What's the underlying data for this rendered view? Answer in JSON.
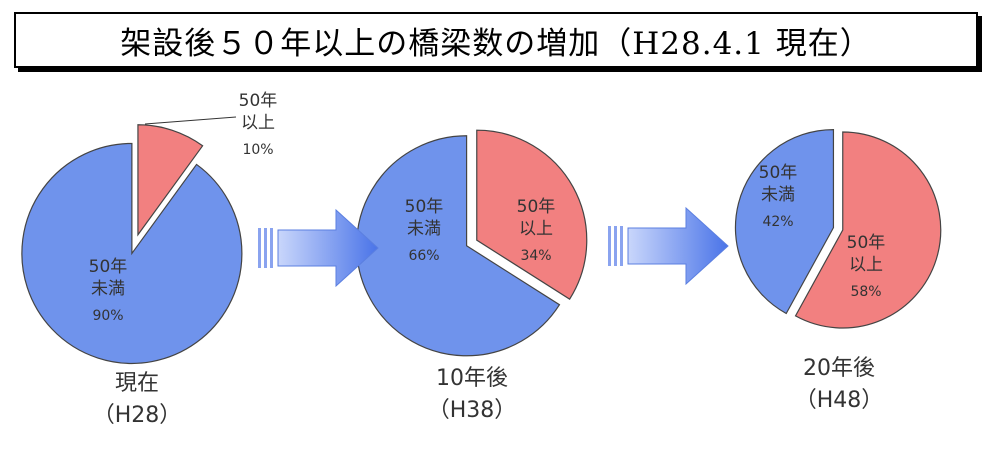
{
  "title": "架設後５０年以上の橋梁数の増加（H28.4.1 現在）",
  "colors": {
    "under": "#6f93ec",
    "over": "#f28080",
    "arrow": "#4a74e8"
  },
  "chart_data": [
    {
      "type": "pie",
      "caption": "現在",
      "subcaption": "（H28）",
      "slices": [
        {
          "label_line1": "50年",
          "label_line2": "未満",
          "percent_label": "90%",
          "value": 90
        },
        {
          "label_line1": "50年",
          "label_line2": "以上",
          "percent_label": "10%",
          "value": 10
        }
      ]
    },
    {
      "type": "pie",
      "caption": "10年後",
      "subcaption": "（H38）",
      "slices": [
        {
          "label_line1": "50年",
          "label_line2": "未満",
          "percent_label": "66%",
          "value": 66
        },
        {
          "label_line1": "50年",
          "label_line2": "以上",
          "percent_label": "34%",
          "value": 34
        }
      ]
    },
    {
      "type": "pie",
      "caption": "20年後",
      "subcaption": "（H48）",
      "slices": [
        {
          "label_line1": "50年",
          "label_line2": "未満",
          "percent_label": "42%",
          "value": 42
        },
        {
          "label_line1": "50年",
          "label_line2": "以上",
          "percent_label": "58%",
          "value": 58
        }
      ]
    }
  ]
}
